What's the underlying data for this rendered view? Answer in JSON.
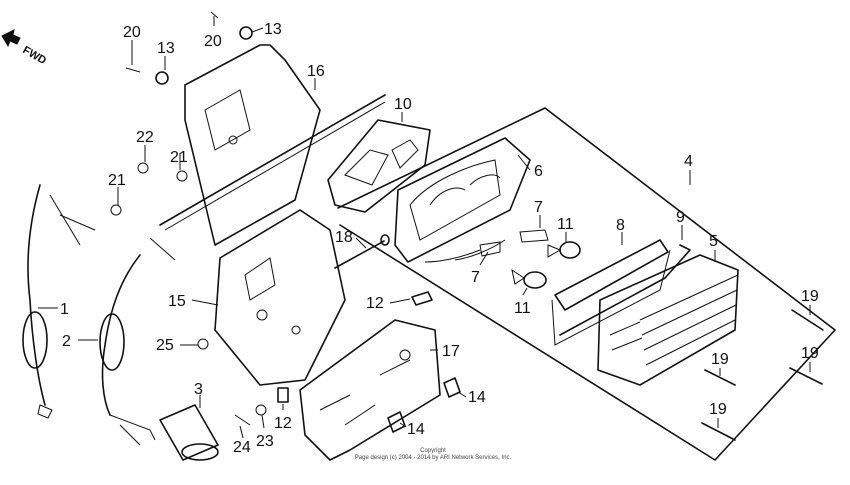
{
  "diagram": {
    "direction_label": "FWD",
    "copyright_line1": "Copyright",
    "copyright_line2": "Page design (c) 2004 - 2014 by ARI Network Services, Inc.",
    "callouts": [
      {
        "id": "c1",
        "label": "1"
      },
      {
        "id": "c2",
        "label": "2"
      },
      {
        "id": "c3",
        "label": "3"
      },
      {
        "id": "c4",
        "label": "4"
      },
      {
        "id": "c5",
        "label": "5"
      },
      {
        "id": "c6",
        "label": "6"
      },
      {
        "id": "c7a",
        "label": "7"
      },
      {
        "id": "c7b",
        "label": "7"
      },
      {
        "id": "c8",
        "label": "8"
      },
      {
        "id": "c9",
        "label": "9"
      },
      {
        "id": "c10",
        "label": "10"
      },
      {
        "id": "c11a",
        "label": "11"
      },
      {
        "id": "c11b",
        "label": "11"
      },
      {
        "id": "c12a",
        "label": "12"
      },
      {
        "id": "c12b",
        "label": "12"
      },
      {
        "id": "c13a",
        "label": "13"
      },
      {
        "id": "c13b",
        "label": "13"
      },
      {
        "id": "c14a",
        "label": "14"
      },
      {
        "id": "c14b",
        "label": "14"
      },
      {
        "id": "c15",
        "label": "15"
      },
      {
        "id": "c16",
        "label": "16"
      },
      {
        "id": "c17",
        "label": "17"
      },
      {
        "id": "c18",
        "label": "18"
      },
      {
        "id": "c19a",
        "label": "19"
      },
      {
        "id": "c19b",
        "label": "19"
      },
      {
        "id": "c19c",
        "label": "19"
      },
      {
        "id": "c19d",
        "label": "19"
      },
      {
        "id": "c20a",
        "label": "20"
      },
      {
        "id": "c20b",
        "label": "20"
      },
      {
        "id": "c21a",
        "label": "21"
      },
      {
        "id": "c21b",
        "label": "21"
      },
      {
        "id": "c22",
        "label": "22"
      },
      {
        "id": "c23",
        "label": "23"
      },
      {
        "id": "c24",
        "label": "24"
      },
      {
        "id": "c25",
        "label": "25"
      }
    ]
  }
}
